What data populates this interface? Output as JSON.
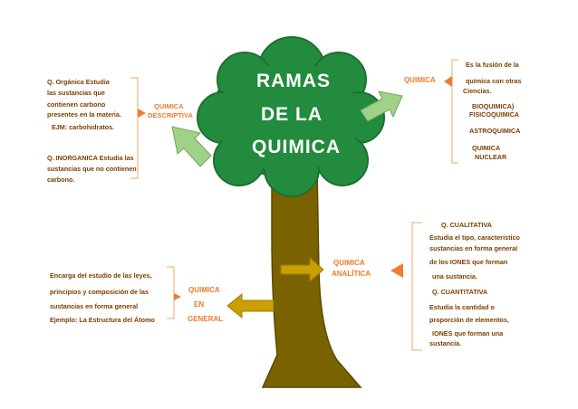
{
  "tree": {
    "title_lines": [
      "RAMAS",
      "DE LA",
      "QUIMICA"
    ],
    "colors": {
      "crown": "#238b3e",
      "crown_edge": "#1c7031",
      "trunk": "#7a6200",
      "trunk_edge": "#5a4800",
      "arrow_green": "#9fd188",
      "arrow_gold": "#c9a000",
      "bracket": "#f4a460",
      "triangle": "#ef7d31"
    }
  },
  "descriptiva": {
    "label_lines": [
      "QUIMICA",
      "DESCRIPTIVA"
    ],
    "organica_lines": [
      "Q. Orgánica Estudia",
      "las sustancias que",
      "contienen carbono",
      "presentes en la materia.",
      "EJM: carbohidratos."
    ],
    "inorganica_lines": [
      "Q. INORGANICA Estudia las",
      "sustancias que no contienen",
      "carbono."
    ]
  },
  "quimica_right": {
    "label": "QUIMICA",
    "fusion_lines": [
      "Es la fusión de la",
      "química con otras",
      "Ciencias."
    ],
    "items": [
      "BIOQUIMICA)",
      "FISICOQUIMICA",
      "ASTROQUIMICA",
      "QUIMICA",
      "NUCLEAR"
    ]
  },
  "analitica": {
    "label_lines": [
      "QUIMICA",
      "ANALÍTICA"
    ],
    "cualitativa_lines": [
      "Q. CUALITATIVA",
      "Estudia el tipo, característico",
      "sustancias en forma general",
      "de los IONES que forman",
      "una sustancia."
    ],
    "cuantitativa_lines": [
      "Q. CUANTITATIVA",
      "Estudia la cantidad o",
      "proporción de elementos,",
      "IONES que forman una",
      "sustancia."
    ]
  },
  "general": {
    "label_lines": [
      "QUIMICA",
      "EN",
      "GENERAL"
    ],
    "desc_lines": [
      "Encarga del estudio de las leyes,",
      "principios y composición de las",
      "sustancias en forma general",
      "Ejemplo: La Estructura del Átomo"
    ]
  }
}
